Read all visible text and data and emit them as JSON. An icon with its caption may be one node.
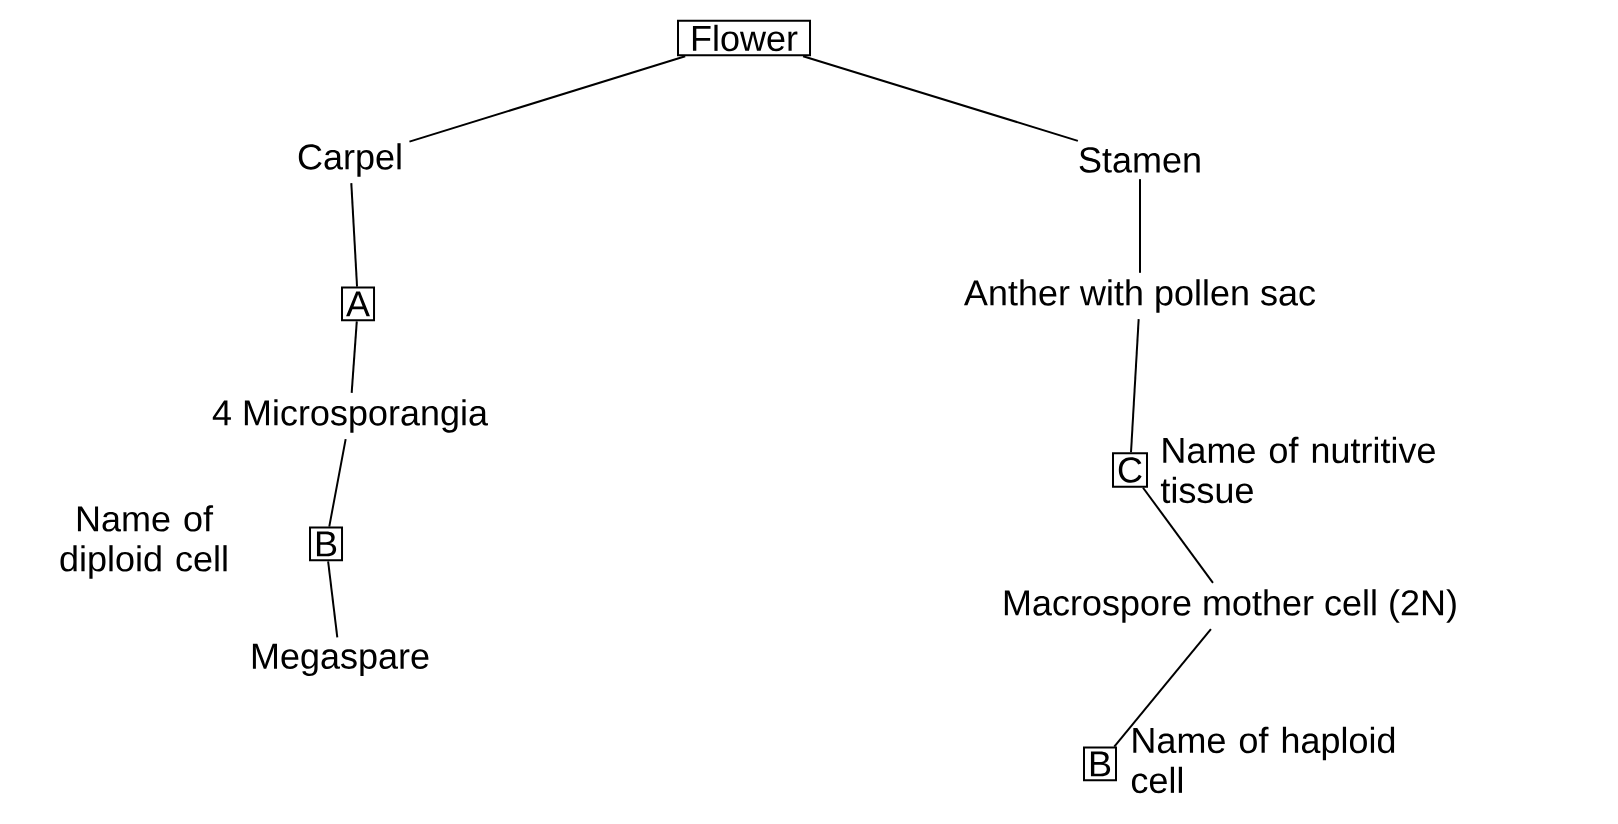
{
  "diagram": {
    "nodes": [
      {
        "text": [
          "Flower"
        ]
      },
      {
        "text": [
          "Carpel"
        ]
      },
      {
        "text": [
          "Stamen"
        ]
      },
      {
        "text": [
          "A"
        ]
      },
      {
        "text": [
          "4 Microsporangia"
        ]
      },
      {
        "text": [
          "B"
        ],
        "beside": [
          "Name of diploid cell"
        ]
      },
      {
        "text": [
          "Megaspare"
        ]
      },
      {
        "text": [
          "Anther with pollen sac"
        ]
      },
      {
        "text": [
          "C"
        ],
        "beside": [
          "Name of nutritive tissue"
        ]
      },
      {
        "text": [
          "Macrospore mother cell (2N)"
        ]
      },
      {
        "text": [
          "B"
        ],
        "beside": [
          "Name of haploid cell"
        ]
      }
    ],
    "edges": [
      {
        "from": 0,
        "to": 1,
        "arrow": "none"
      },
      {
        "from": 0,
        "to": 2,
        "arrow": "none"
      },
      {
        "from": 1,
        "to": 3,
        "arrow": "none"
      },
      {
        "from": 3,
        "to": 4,
        "arrow": "none"
      },
      {
        "from": 4,
        "to": 5,
        "arrow": "none"
      },
      {
        "from": 5,
        "to": 6,
        "arrow": "none"
      },
      {
        "from": 2,
        "to": 7,
        "arrow": "none"
      },
      {
        "from": 7,
        "to": 8,
        "arrow": "none"
      },
      {
        "from": 8,
        "to": 9,
        "arrow": "none"
      },
      {
        "from": 9,
        "to": 10,
        "arrow": "none"
      }
    ]
  }
}
